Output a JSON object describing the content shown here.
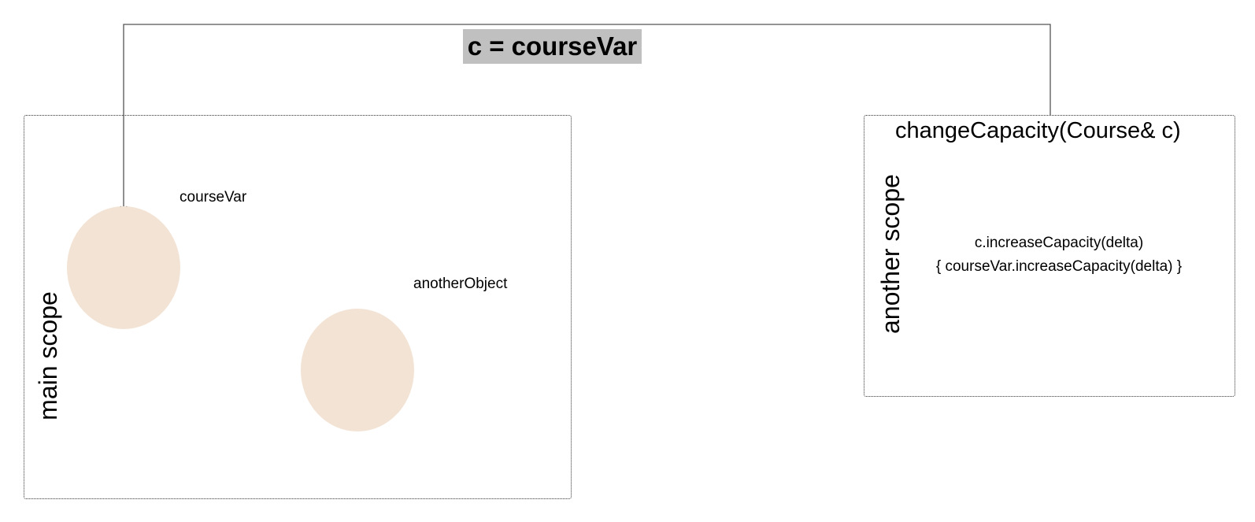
{
  "diagram": {
    "main_scope": {
      "label": "main scope",
      "objects": [
        {
          "name": "courseVar",
          "color": "#f3e3d4"
        },
        {
          "name": "anotherObject",
          "color": "#f3e3d4"
        }
      ]
    },
    "other_scope": {
      "label": "another scope",
      "function_signature": "changeCapacity(Course& c)",
      "code_lines": [
        "c.increaseCapacity(delta)",
        "{ courseVar.increaseCapacity(delta) }"
      ]
    },
    "binding": {
      "label": "c = courseVar",
      "label_background": "#c0c0c0"
    }
  }
}
